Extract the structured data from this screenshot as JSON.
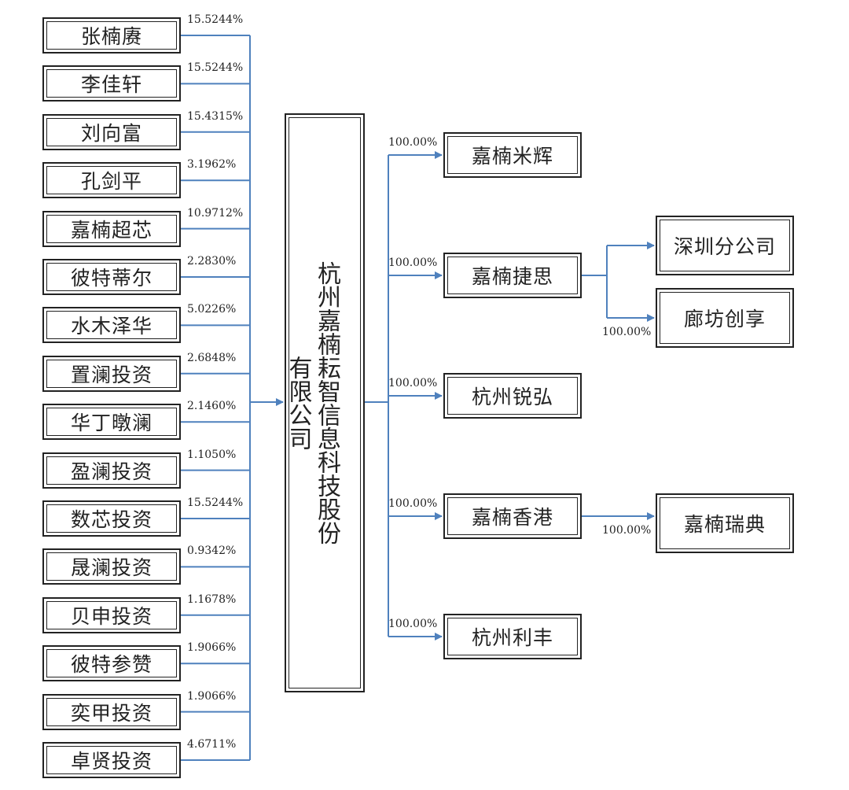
{
  "company": "杭州嘉楠耘智信息科技股份有限公司",
  "line_color": "#4f81bd",
  "shareholders": [
    {
      "name": "张楠赓",
      "pct": "15.5244%"
    },
    {
      "name": "李佳轩",
      "pct": "15.5244%"
    },
    {
      "name": "刘向富",
      "pct": "15.4315%"
    },
    {
      "name": "孔剑平",
      "pct": "3.1962%"
    },
    {
      "name": "嘉楠超芯",
      "pct": "10.9712%"
    },
    {
      "name": "彼特蒂尔",
      "pct": "2.2830%"
    },
    {
      "name": "水木泽华",
      "pct": "5.0226%"
    },
    {
      "name": "置澜投资",
      "pct": "2.6848%"
    },
    {
      "name": "华丁暾澜",
      "pct": "2.1460%"
    },
    {
      "name": "盈澜投资",
      "pct": "1.1050%"
    },
    {
      "name": "数芯投资",
      "pct": "15.5244%"
    },
    {
      "name": "晟澜投资",
      "pct": "0.9342%"
    },
    {
      "name": "贝申投资",
      "pct": "1.1678%"
    },
    {
      "name": "彼特参赞",
      "pct": "1.9066%"
    },
    {
      "name": "奕甲投资",
      "pct": "1.9066%"
    },
    {
      "name": "卓贤投资",
      "pct": "4.6711%"
    }
  ],
  "subsidiaries": [
    {
      "name": "嘉楠米辉",
      "pct": "100.00%",
      "children": []
    },
    {
      "name": "嘉楠捷思",
      "pct": "100.00%",
      "children": [
        {
          "name": "深圳分公司",
          "pct": ""
        },
        {
          "name": "廊坊创享",
          "pct": "100.00%"
        }
      ]
    },
    {
      "name": "杭州锐弘",
      "pct": "100.00%",
      "children": []
    },
    {
      "name": "嘉楠香港",
      "pct": "100.00%",
      "children": [
        {
          "name": "嘉楠瑞典",
          "pct": "100.00%"
        }
      ]
    },
    {
      "name": "杭州利丰",
      "pct": "100.00%",
      "children": []
    }
  ]
}
